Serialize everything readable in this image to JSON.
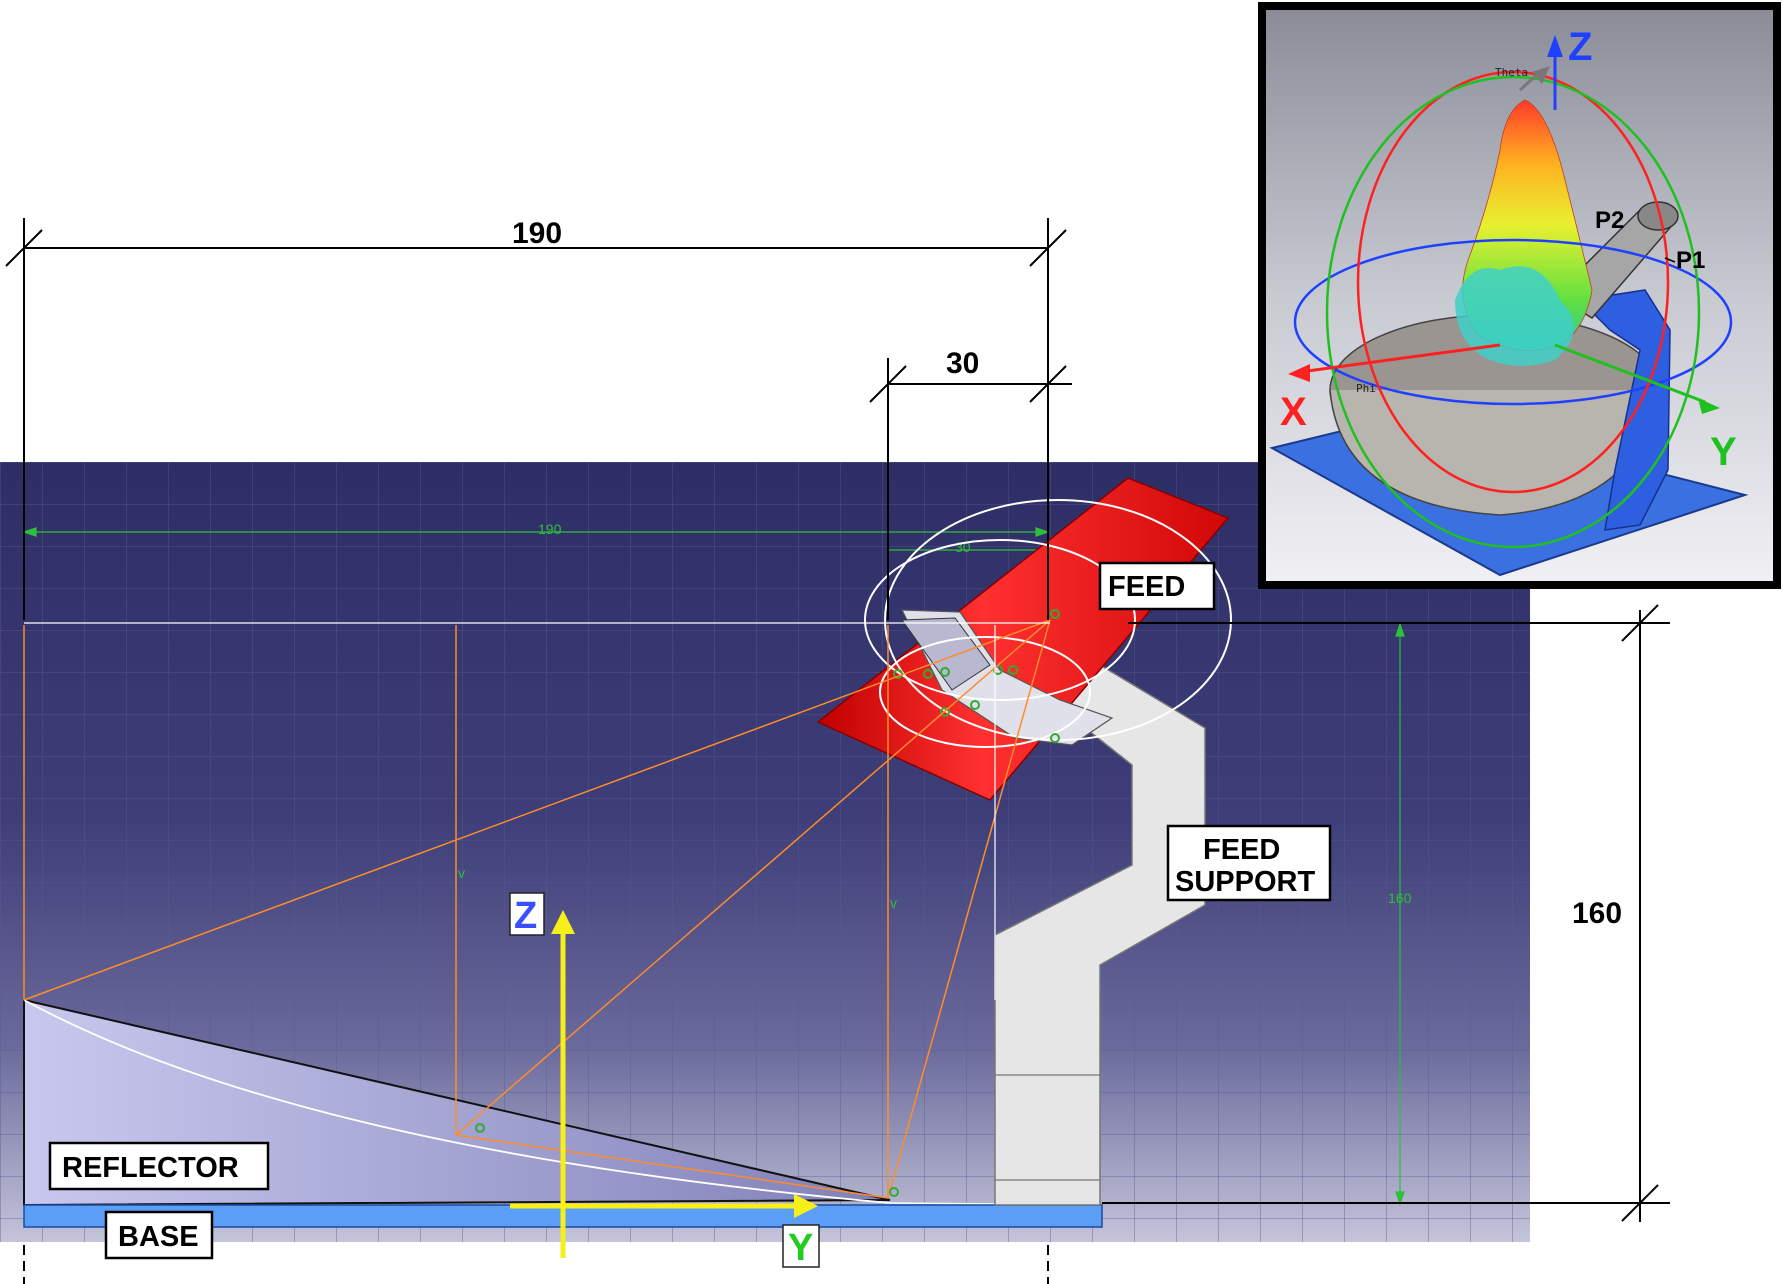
{
  "dimensions": {
    "top_width": "190",
    "feed_offset": "30",
    "height": "160",
    "cad_width": "190",
    "cad_offset": "30",
    "cad_height": "160"
  },
  "labels": {
    "feed": "FEED",
    "feed_support_line1": "FEED",
    "feed_support_line2": "SUPPORT",
    "reflector": "REFLECTOR",
    "base": "BASE"
  },
  "axes_main": {
    "z": "Z",
    "y": "Y"
  },
  "vertex_marks": {
    "left": "v",
    "right": "v"
  },
  "inset": {
    "z": "Z",
    "x": "X",
    "y": "Y",
    "theta": "Theta",
    "phi": "Phi",
    "p1": "P1",
    "p2": "P2"
  },
  "colors": {
    "background": "#3a3a70",
    "orange_rays": "#ff8c2a",
    "feed_red": "#e81010",
    "base_blue": "#5a9ef5",
    "axis_yellow": "#f7ef1a",
    "dim_green": "#2fbf3a"
  }
}
